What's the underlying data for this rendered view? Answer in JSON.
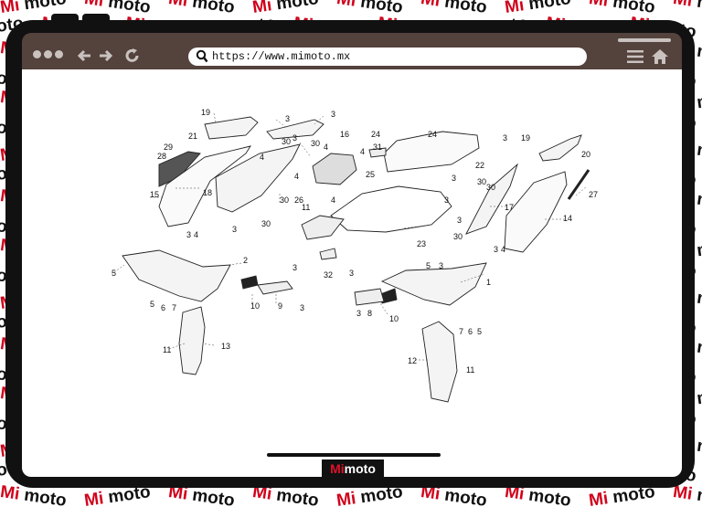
{
  "browser": {
    "url": "https://www.mimoto.mx"
  },
  "brand": {
    "mi": "Mi",
    "moto": "moto",
    "accent_color": "#d0021b",
    "frame_color": "#111111",
    "toolbar_color": "#54423c"
  },
  "icons": [
    "back-arrow-icon",
    "forward-arrow-icon",
    "reload-icon",
    "search-icon",
    "menu-icon",
    "home-icon"
  ],
  "diagram": {
    "part_numbers": [
      "1",
      "2",
      "3",
      "4",
      "5",
      "6",
      "7",
      "8",
      "9",
      "10",
      "11",
      "12",
      "13",
      "14",
      "15",
      "16",
      "17",
      "18",
      "19",
      "20",
      "21",
      "22",
      "23",
      "24",
      "25",
      "26",
      "27",
      "28",
      "29",
      "30",
      "31",
      "32"
    ]
  }
}
